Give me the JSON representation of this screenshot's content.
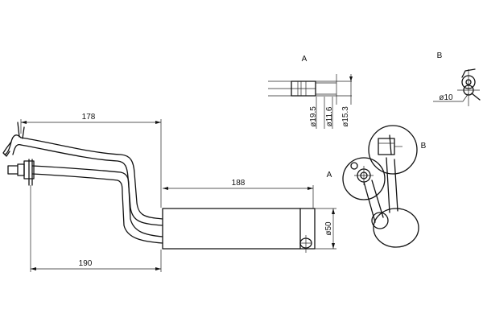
{
  "dimensions": {
    "pipe_length_top": "178",
    "pipe_length_bottom": "190",
    "dryer_length": "188",
    "dryer_diameter": "ø50",
    "fitting_d1": "ø19.5",
    "fitting_d2": "ø11.6",
    "fitting_d3": "ø15.3",
    "bolt_diameter": "ø10"
  },
  "views": {
    "detail_a_label": "A",
    "detail_b_label": "B",
    "callout_a_label": "A",
    "callout_b_label": "B"
  }
}
